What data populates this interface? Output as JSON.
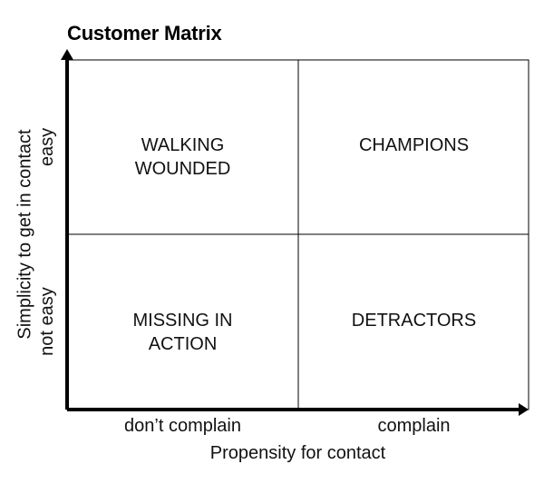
{
  "title": "Customer Matrix",
  "axes": {
    "x_title": "Propensity for contact",
    "x_low": "don’t complain",
    "x_high": "complain",
    "y_title": "Simplicity to get in contact",
    "y_low": "not easy",
    "y_high": "easy"
  },
  "quadrants": {
    "top_left": [
      "WALKING",
      "WOUNDED"
    ],
    "top_right": [
      "CHAMPIONS"
    ],
    "bottom_left": [
      "MISSING IN",
      "ACTION"
    ],
    "bottom_right": [
      "DETRACTORS"
    ]
  },
  "colors": {
    "lines": "#000000",
    "text": "#111111"
  }
}
